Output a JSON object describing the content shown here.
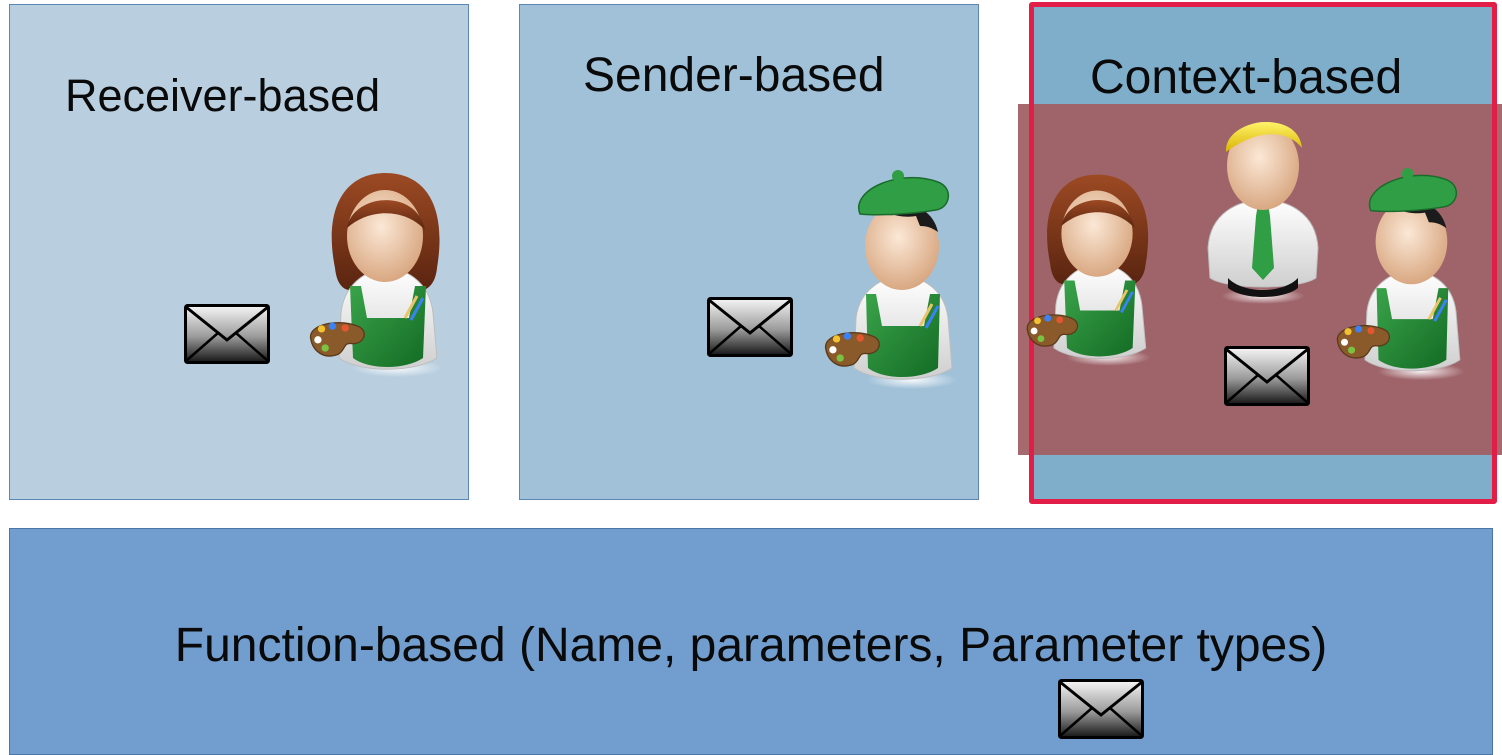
{
  "panels": {
    "receiver": {
      "title": "Receiver-based",
      "color": "#b9cfe0"
    },
    "sender": {
      "title": "Sender-based",
      "color": "#a1c1d8"
    },
    "context": {
      "title": "Context-based",
      "color": "#7faecb",
      "overlay_color": "#a06064",
      "highlight_color": "#e11d48"
    },
    "function": {
      "title": "Function-based  (Name, parameters, Parameter types)",
      "color": "#729ecf"
    }
  },
  "icons": {
    "envelope": "envelope-icon",
    "painter_woman": "woman-painter-icon",
    "painter_man": "man-painter-icon",
    "businessman": "businessman-icon"
  }
}
